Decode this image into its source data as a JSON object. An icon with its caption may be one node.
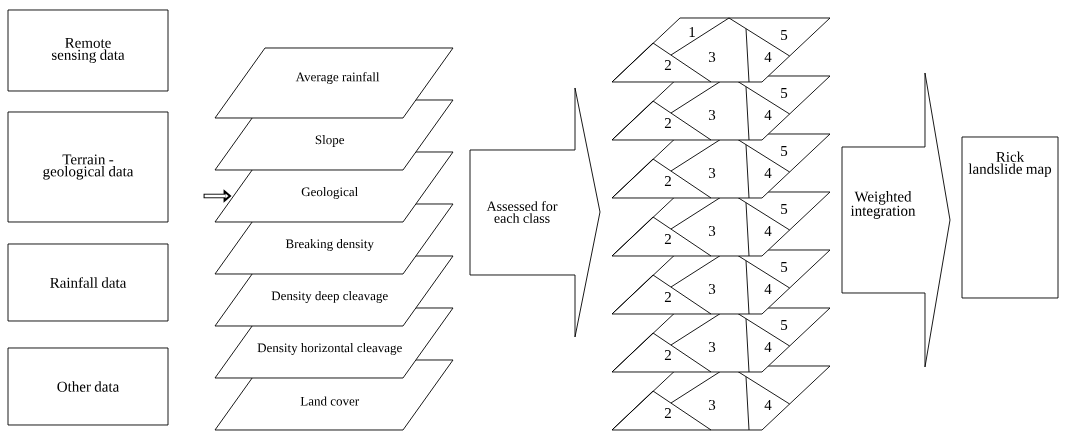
{
  "diagram": {
    "nodes": [
      {
        "text": [
          "Remote sensing data"
        ]
      },
      {
        "text": [
          "Terrain - geological data"
        ]
      },
      {
        "text": [
          "Rainfall data"
        ]
      },
      {
        "text": [
          "Other data"
        ]
      },
      {
        "text": [
          "Average rainfall"
        ]
      },
      {
        "text": [
          "Slope"
        ]
      },
      {
        "text": [
          "Geological"
        ]
      },
      {
        "text": [
          "Breaking density"
        ]
      },
      {
        "text": [
          "Density deep cleavage"
        ]
      },
      {
        "text": [
          "Density horizontal cleavage"
        ]
      },
      {
        "text": [
          "Land cover"
        ]
      },
      {
        "text": [
          "Assessed for each class"
        ]
      },
      {
        "text": [
          "1",
          "2",
          "3",
          "4",
          "5"
        ]
      },
      {
        "text": [
          "2",
          "3",
          "4",
          "5"
        ]
      },
      {
        "text": [
          "2",
          "3",
          "4",
          "5"
        ]
      },
      {
        "text": [
          "2",
          "3",
          "4",
          "5"
        ]
      },
      {
        "text": [
          "2",
          "3",
          "4",
          "5"
        ]
      },
      {
        "text": [
          "2",
          "3",
          "4",
          "5"
        ]
      },
      {
        "text": [
          "2",
          "3",
          "4"
        ]
      },
      {
        "text": [
          "Weighted integration"
        ]
      },
      {
        "text": [
          "Rick landslide map"
        ]
      }
    ],
    "edges": [
      {
        "from": null,
        "to": 6,
        "arrow": "to"
      }
    ]
  }
}
